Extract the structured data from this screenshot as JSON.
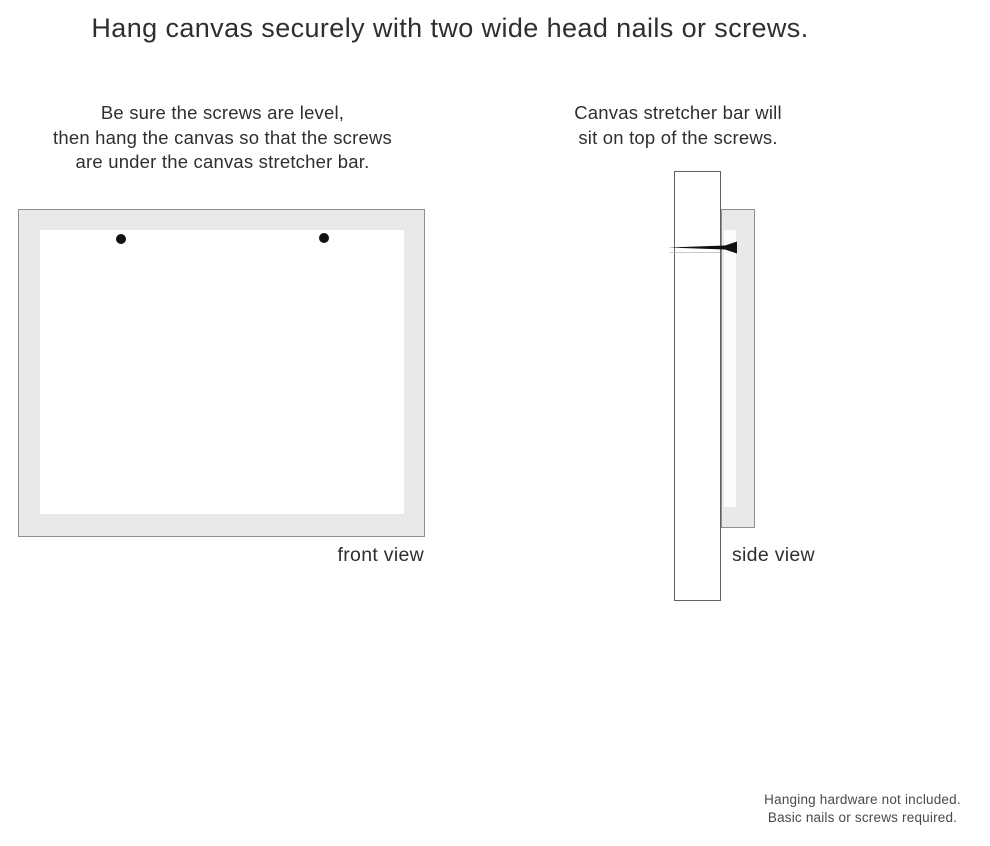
{
  "title": "Hang canvas securely with two wide head nails or screws.",
  "instructions": {
    "front": {
      "lines": [
        "Be sure the screws are level,",
        "then hang the canvas so that the screws",
        "are under the canvas stretcher bar."
      ]
    },
    "side": {
      "lines": [
        "Canvas stretcher bar will",
        "sit on top of the screws."
      ]
    }
  },
  "labels": {
    "front_view": "front view",
    "side_view": "side view"
  },
  "footer": {
    "lines": [
      "Hanging hardware not included.",
      "Basic nails or screws required."
    ]
  },
  "colors": {
    "canvas_gray": "#e9e9e9",
    "frame_border": "#8f8f8f",
    "bar_border": "#606060",
    "text_dark": "#2f2f2f",
    "footer_text": "#4a4a4a",
    "screw_black": "#111111"
  }
}
